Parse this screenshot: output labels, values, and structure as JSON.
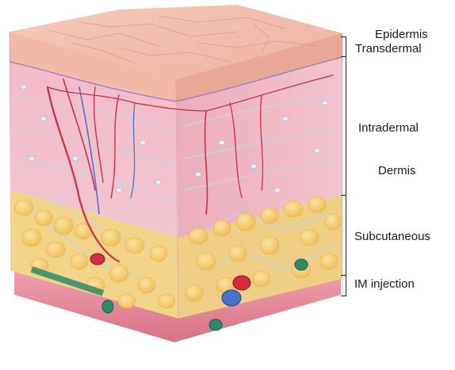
{
  "labels": {
    "epidermis": "Epidermis",
    "transdermal": "Transdermal",
    "intradermal": "Intradermal",
    "dermis": "Dermis",
    "subcutaneous": "Subcutaneous",
    "im_injection": "IM injection"
  },
  "colors": {
    "epidermis_top": "#f3bfae",
    "dermis": "#f2b6c2",
    "fat": "#f6cf6e",
    "fibers": "#c7d3e4",
    "artery": "#d62a43",
    "vein": "#4a72c8",
    "vessel_green": "#2f8a6a",
    "muscle": "#e8909e"
  }
}
